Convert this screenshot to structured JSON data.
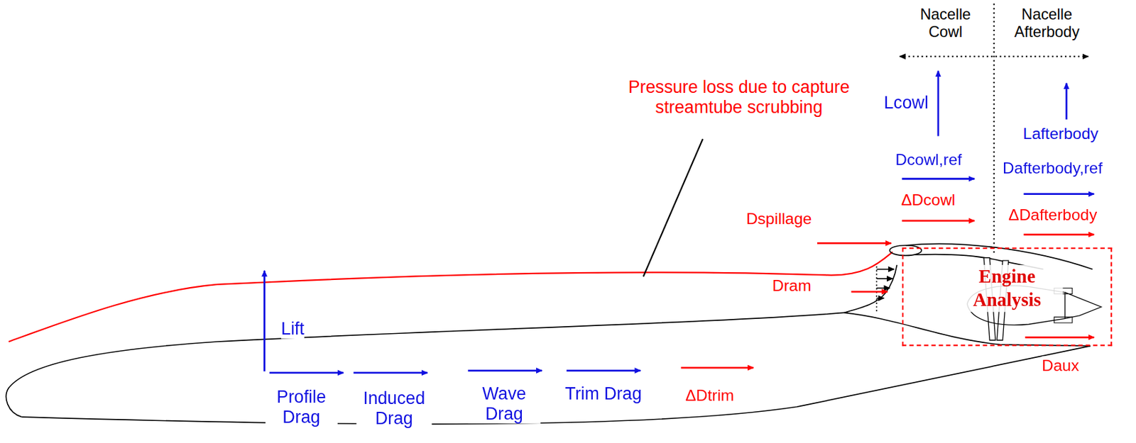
{
  "diagram": {
    "nodes": [
      {
        "text": [
          "Engine Analysis"
        ]
      }
    ],
    "labels": [
      "Nacelle Cowl",
      "Nacelle Afterbody",
      "Lcowl",
      "Lafterbody",
      "Pressure loss due to capture streamtube scrubbing",
      "Dcowl,ref",
      "Dafterbody,ref",
      "ΔDcowl",
      "ΔDafterbody",
      "Dspillage",
      "Dram",
      "Lift",
      "Profile Drag",
      "Induced Drag",
      "Wave Drag",
      "Trim Drag",
      "ΔDtrim",
      "Daux"
    ]
  }
}
